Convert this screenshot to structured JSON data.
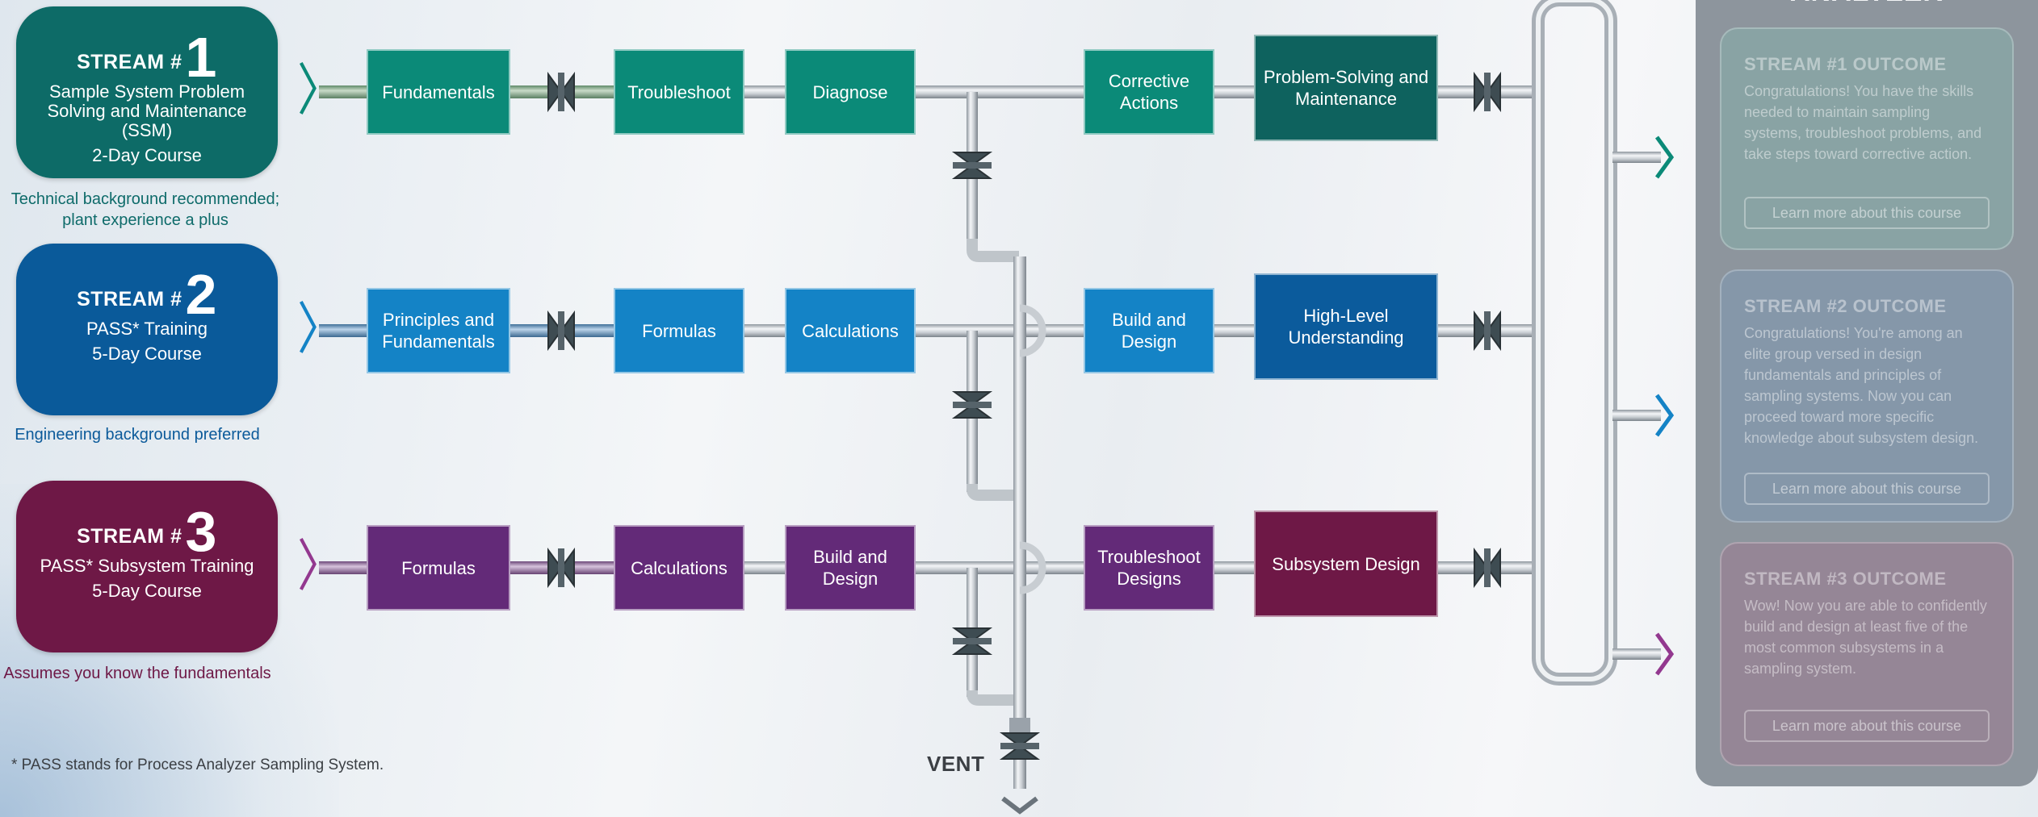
{
  "streams": [
    {
      "heading": "STREAM #",
      "number": "1",
      "title": "Sample System Problem Solving and Maintenance (SSM)",
      "duration": "2-Day Course",
      "requirement": "Technical background recommended; plant experience a plus",
      "color": "#0d6b67"
    },
    {
      "heading": "STREAM #",
      "number": "2",
      "title": "PASS* Training",
      "duration": "5-Day Course",
      "requirement": "Engineering background preferred",
      "color": "#0a5a9a"
    },
    {
      "heading": "STREAM #",
      "number": "3",
      "title": "PASS* Subsystem Training",
      "duration": "5-Day Course",
      "requirement": "Assumes you know the fundamentals",
      "color": "#6e1846"
    }
  ],
  "stages": {
    "row1": [
      "Fundamentals",
      "Troubleshoot",
      "Diagnose",
      "Corrective Actions",
      "Problem-Solving and Maintenance"
    ],
    "row2": [
      "Principles and Fundamentals",
      "Formulas",
      "Calculations",
      "Build and Design",
      "High-Level Understanding"
    ],
    "row3": [
      "Formulas",
      "Calculations",
      "Build and Design",
      "Troubleshoot Designs",
      "Subsystem Design"
    ]
  },
  "colors": {
    "teal": "#0b8a78",
    "teal_dark": "#0e625e",
    "blue": "#1483c6",
    "blue_dark": "#0b5b9c",
    "purple": "#632a78",
    "maroon": "#6e1846"
  },
  "outcome_panel": {
    "title": "ANALYZER",
    "cards": [
      {
        "title": "STREAM #1 OUTCOME",
        "text": "Congratulations! You have the skills needed to maintain sampling systems, troubleshoot problems, and take steps toward corrective action.",
        "button": "Learn more about this course"
      },
      {
        "title": "STREAM #2 OUTCOME",
        "text": "Congratulations! You're among an elite group versed in design fundamentals and principles of sampling systems. Now you can proceed toward more specific knowledge about subsystem design.",
        "button": "Learn more about this course"
      },
      {
        "title": "STREAM #3 OUTCOME",
        "text": "Wow! Now you are able to confidently build and design at least five of the most common subsystems in a sampling system.",
        "button": "Learn more about this course"
      }
    ]
  },
  "footnote": "* PASS stands for Process Analyzer Sampling System.",
  "vent_label": "VENT"
}
